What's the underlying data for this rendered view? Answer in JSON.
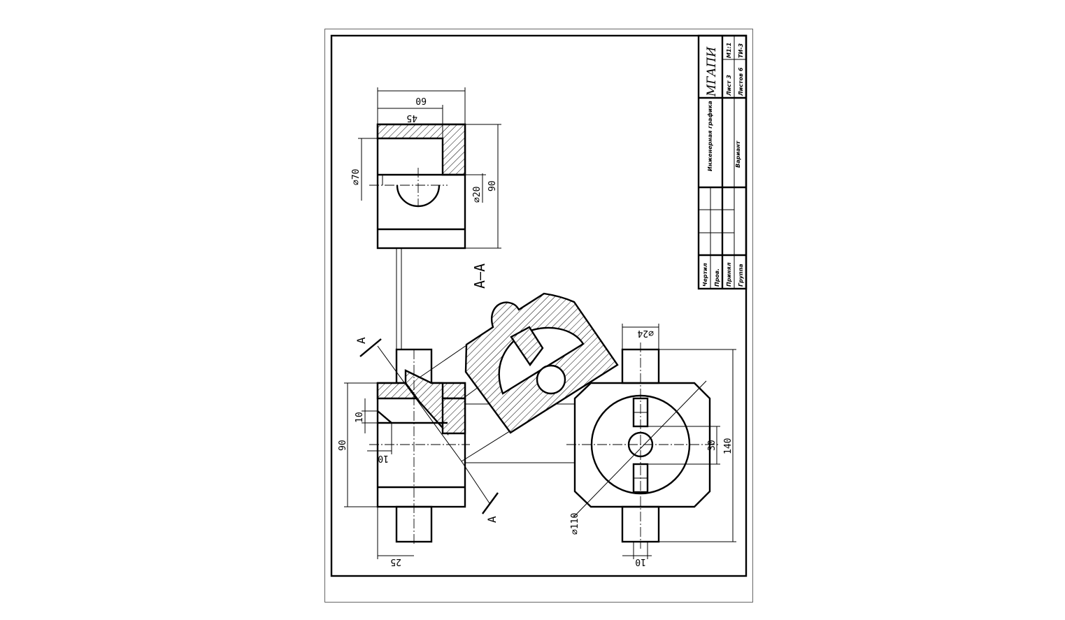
{
  "drawing": {
    "section_label": "A–A",
    "cut_marks": [
      "A",
      "A"
    ],
    "top_view_dims": {
      "width_60": "60",
      "width_45": "45",
      "dia_70": "⌀70",
      "dia_20": "⌀20",
      "height_90": "90"
    },
    "front_view_dims": {
      "height_90": "90",
      "chamfer_10": "10",
      "depth_10": "10",
      "boss_25": "25"
    },
    "side_view_dims": {
      "dia_24": "⌀24",
      "height_140": "140",
      "hole_30": "30",
      "dia_110": "⌀110",
      "slot_10": "10"
    }
  },
  "title_block": {
    "org": "МГАПИ",
    "subject": "Инженерная графика",
    "variant_label": "Вариант",
    "sheet": "Лист 3",
    "sheets_total": "Листов 6",
    "scale": "М1:1",
    "code": "ТИ-3",
    "rows": [
      "Чертил",
      "Пров.",
      "Принял",
      "Группа"
    ]
  }
}
